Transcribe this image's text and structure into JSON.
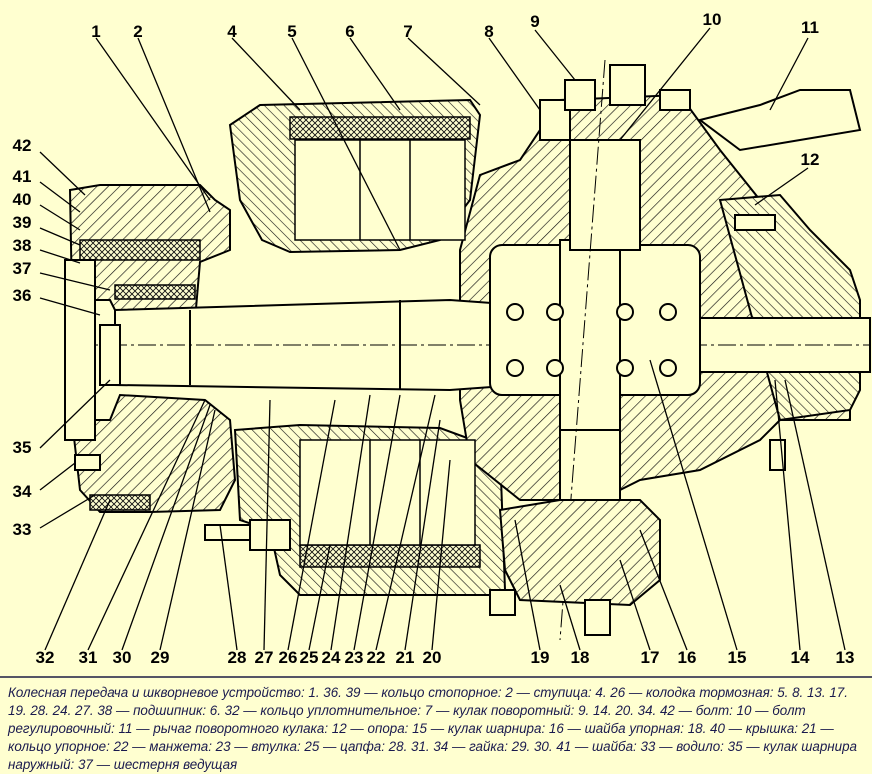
{
  "labels": [
    "1",
    "2",
    "4",
    "5",
    "6",
    "7",
    "8",
    "9",
    "10",
    "11",
    "12",
    "42",
    "41",
    "40",
    "39",
    "38",
    "37",
    "36",
    "35",
    "34",
    "33",
    "32",
    "31",
    "30",
    "29",
    "28",
    "27",
    "26",
    "25",
    "24",
    "23",
    "22",
    "21",
    "20",
    "19",
    "18",
    "17",
    "16",
    "15",
    "14",
    "13"
  ],
  "caption": "Колесная передача и шкворневое устройство: 1. 36. 39 — кольцо стопорное: 2 — ступица: 4. 26 — колодка тормозная: 5. 8. 13. 17. 19. 28. 24. 27. 38 — подшипник: 6. 32 — кольцо уплотнительное: 7 — кулак поворотный: 9. 14. 20. 34. 42 — болт: 10 — болт регулировочный: 11 — рычаг поворотного кулака: 12 — опора: 15 — кулак шарнира: 16 — шайба упорная: 18. 40 — крышка: 21 — кольцо упорное: 22 — манжета: 23 — втулка: 25 — цапфа: 28. 31. 34 — гайка: 29. 30. 41 — шайба: 33 — водило: 35 — кулак шарнира наружный: 37 — шестерня ведущая"
}
